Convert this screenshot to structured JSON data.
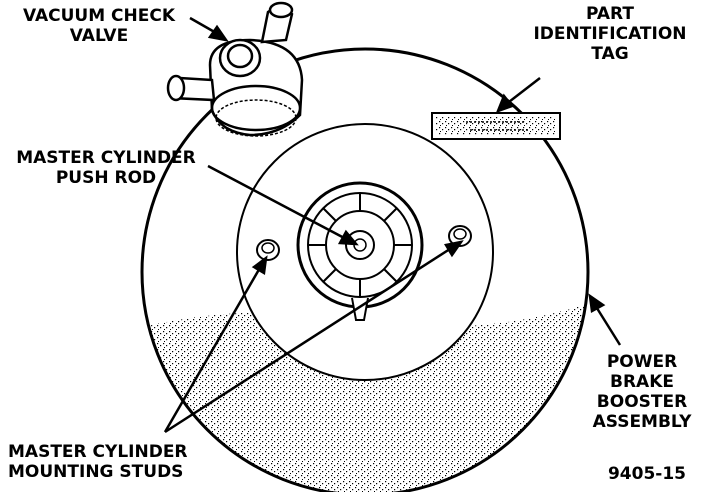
{
  "labels": {
    "vacuum_check_valve": [
      "VACUUM CHECK",
      "VALVE"
    ],
    "part_identification_tag": [
      "PART",
      "IDENTIFICATION",
      "TAG"
    ],
    "master_cylinder_push_rod": [
      "MASTER CYLINDER",
      "PUSH ROD"
    ],
    "power_brake_booster_assembly": [
      "POWER",
      "BRAKE",
      "BOOSTER",
      "ASSEMBLY"
    ],
    "master_cylinder_mounting_studs": [
      "MASTER CYLINDER",
      "MOUNTING STUDS"
    ]
  },
  "figure_number": "9405-15",
  "colors": {
    "ink": "#000000",
    "paper": "#ffffff"
  }
}
